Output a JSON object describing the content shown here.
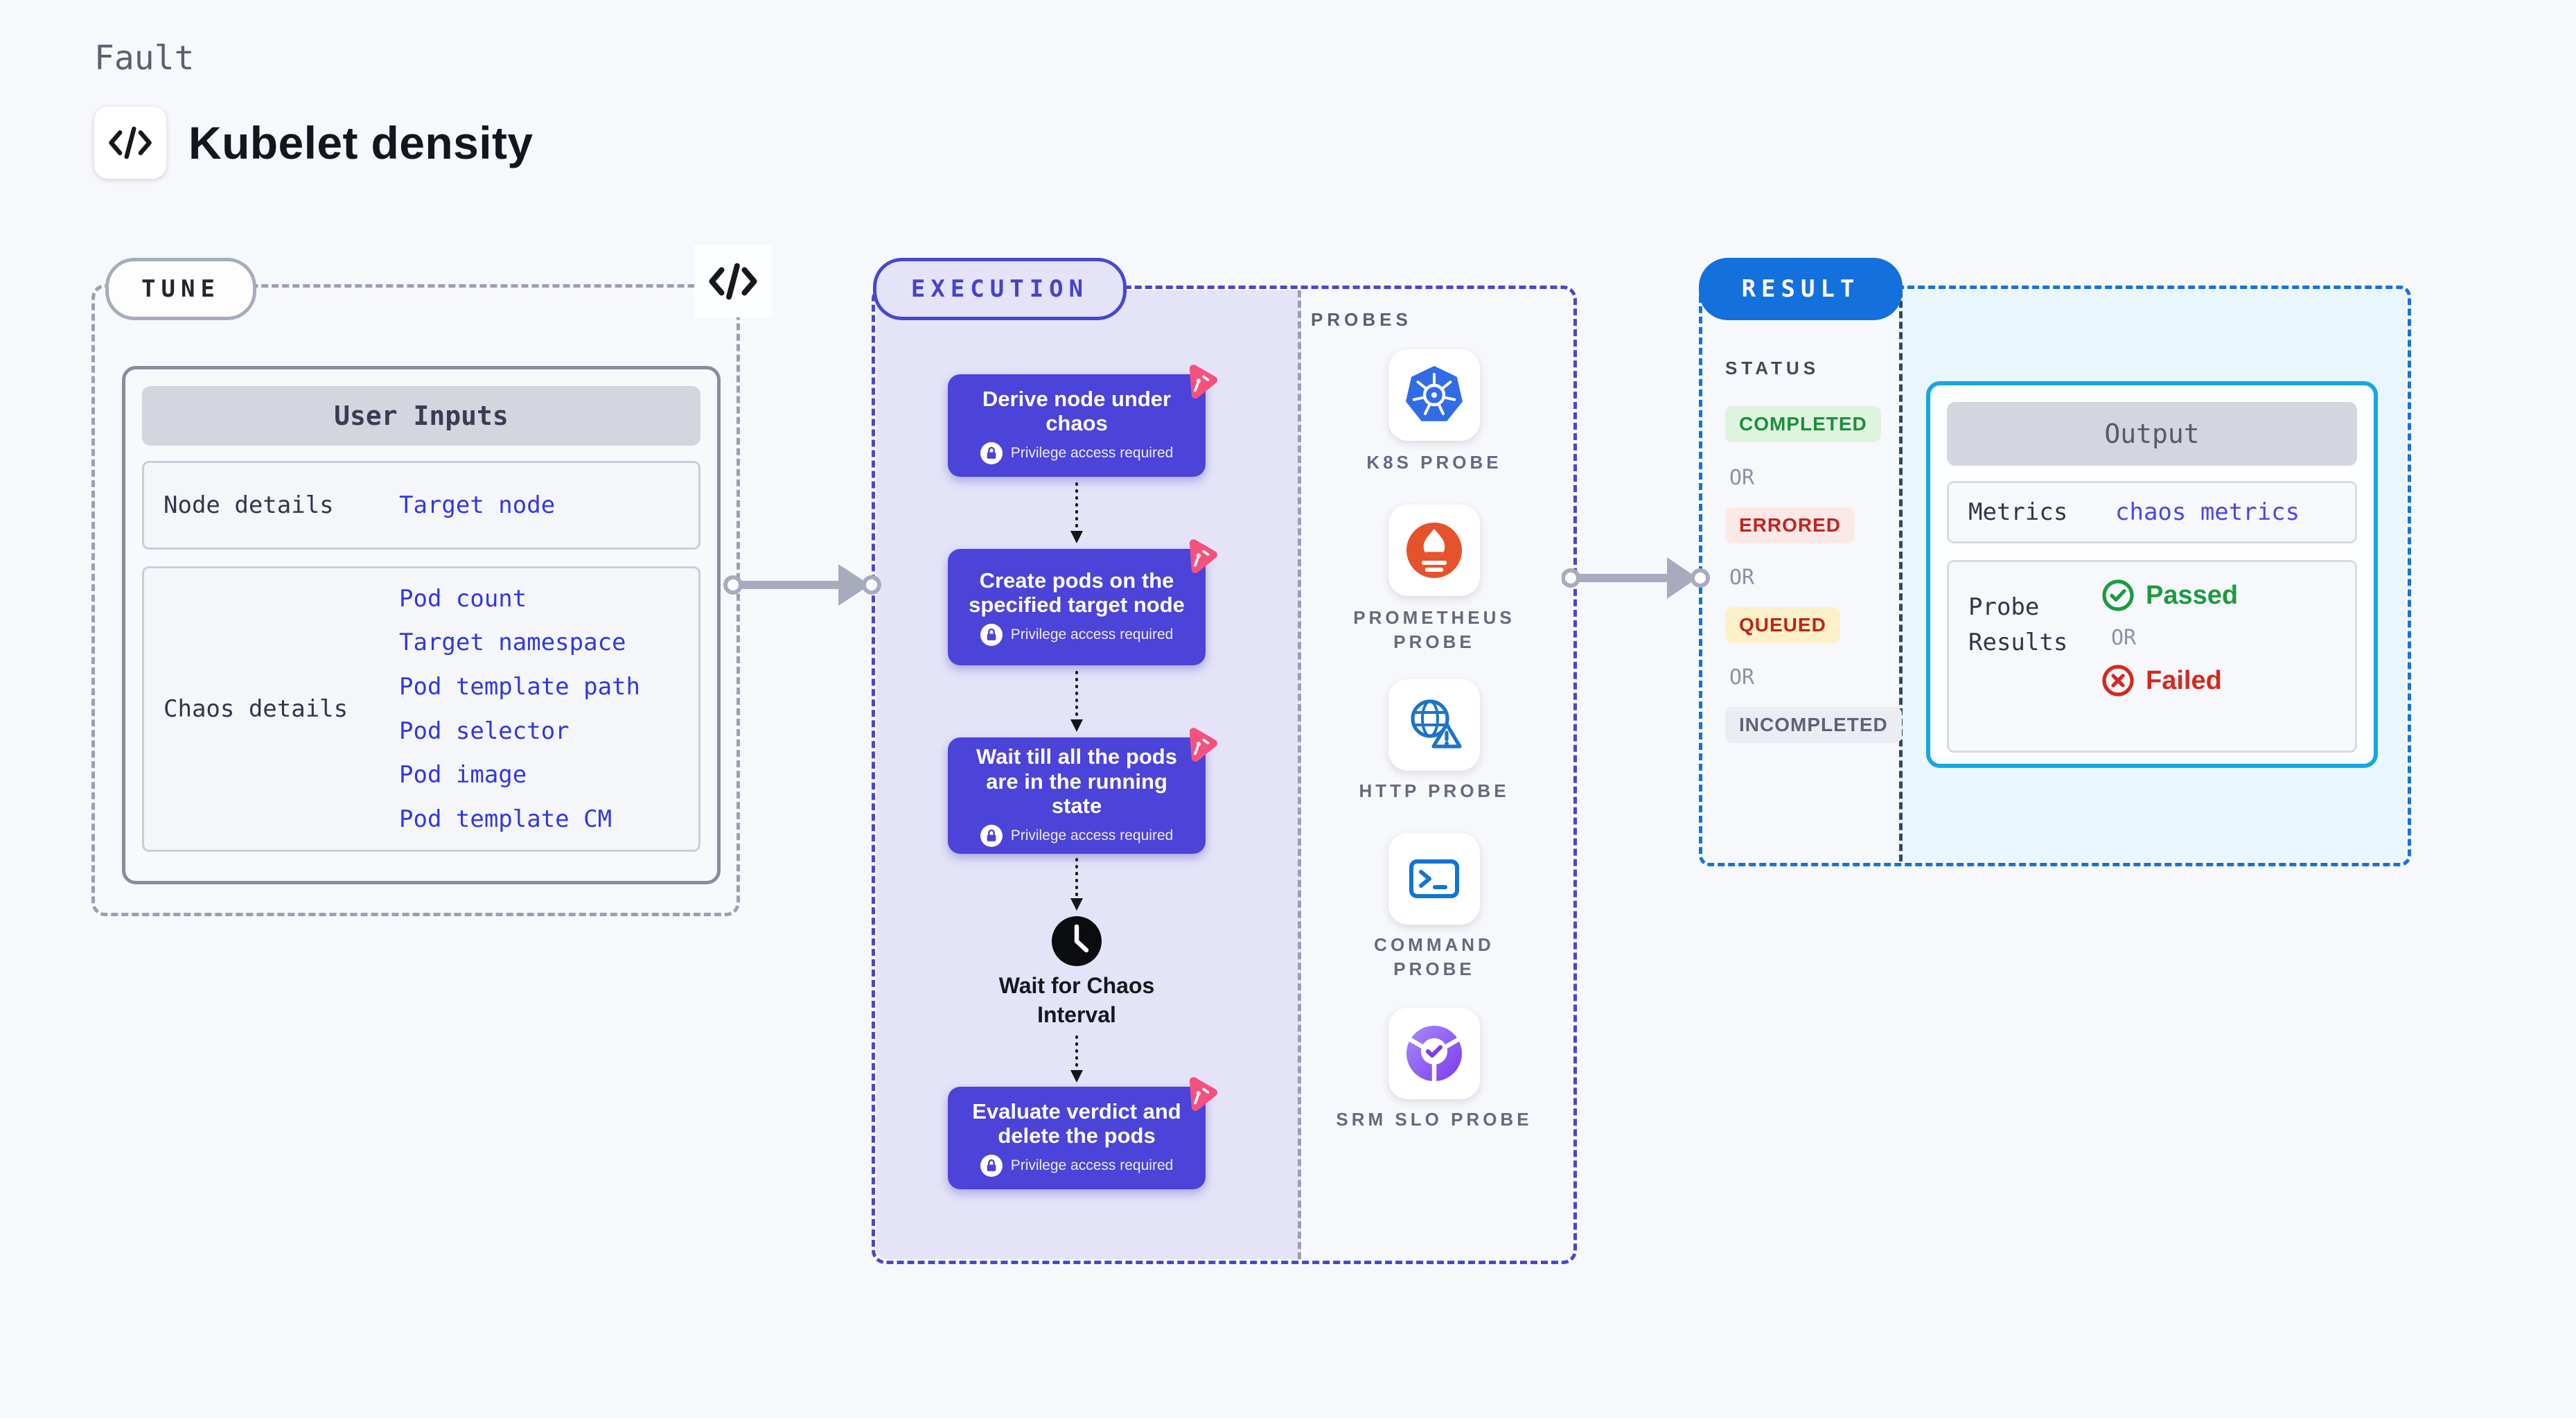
{
  "header": {
    "category": "Fault",
    "title": "Kubelet density"
  },
  "tune": {
    "label": "TUNE",
    "user_inputs": {
      "title": "User Inputs",
      "rows": [
        {
          "label": "Node details",
          "values": [
            "Target node"
          ]
        },
        {
          "label": "Chaos details",
          "values": [
            "Pod count",
            "Target namespace",
            "Pod template path",
            "Pod selector",
            "Pod image",
            "Pod template CM"
          ]
        }
      ]
    }
  },
  "execution": {
    "label": "EXECUTION",
    "privilege_note": "Privilege access required",
    "steps": [
      "Derive node under chaos",
      "Create pods on the specified target node",
      "Wait till all the pods are in the running state",
      "Evaluate verdict and delete the pods"
    ],
    "wait_step": "Wait for Chaos Interval",
    "probes_title": "PROBES",
    "probes": [
      {
        "name": "K8S PROBE",
        "icon": "kubernetes-icon"
      },
      {
        "name": "PROMETHEUS PROBE",
        "icon": "prometheus-icon"
      },
      {
        "name": "HTTP PROBE",
        "icon": "globe-warning-icon"
      },
      {
        "name": "COMMAND PROBE",
        "icon": "terminal-icon"
      },
      {
        "name": "SRM SLO PROBE",
        "icon": "slo-donut-check-icon"
      }
    ]
  },
  "result": {
    "label": "RESULT",
    "status_title": "STATUS",
    "or_label": "OR",
    "statuses": [
      "COMPLETED",
      "ERRORED",
      "QUEUED",
      "INCOMPLETED"
    ],
    "output": {
      "title": "Output",
      "metrics_label": "Metrics",
      "metrics_value": "chaos metrics",
      "probe_results_label": "Probe Results",
      "passed": "Passed",
      "failed": "Failed"
    }
  },
  "colors": {
    "page_bg": "#F7F8FB",
    "step_indigo": "#4C43D8",
    "execution_lavender": "#E4E3F8",
    "execution_border": "#4946CF",
    "chaos_pink": "#F4517E",
    "result_blue": "#1470DC",
    "output_border": "#14A7E3",
    "result_cyan_bg": "#E9F6FD",
    "link_blue": "#3137E2",
    "passed_green": "#1D9A3F",
    "failed_red": "#D7271D",
    "completed_bg": "#DEF4DF",
    "errored_bg": "#FBE9E8",
    "queued_bg": "#FCF1C9",
    "incompleted_bg": "#ECEDF4"
  }
}
